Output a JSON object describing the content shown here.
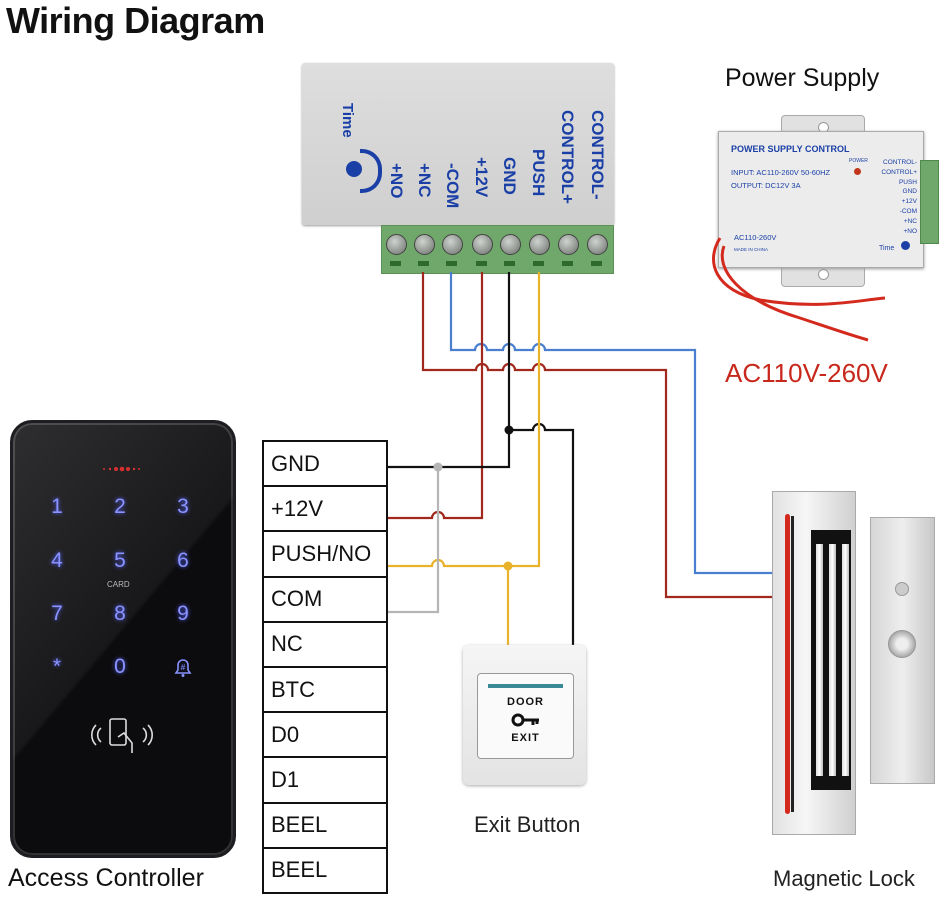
{
  "title": "Wiring Diagram",
  "controller": {
    "time_label": "Time",
    "terminals": [
      "+NO",
      "+NC",
      "-COM",
      "+12V",
      "GND",
      "PUSH",
      "CONTROL+",
      "CONTROL-"
    ]
  },
  "power_supply": {
    "label": "Power Supply",
    "product_title": "POWER SUPPLY CONTROL",
    "input_text": "INPUT: AC110-260V 50-60HZ",
    "output_text": "OUTPUT: DC12V  3A",
    "power_indicator": "POWER",
    "ac_text": "AC110-260V",
    "made_in": "MADE IN CHINA",
    "terminal_labels": [
      "CONTROL-",
      "CONTROL+",
      "PUSH",
      "GND",
      "+12V",
      "-COM",
      "+NC",
      "+NO"
    ],
    "time_label": "Time",
    "mains_label": "AC110V-260V"
  },
  "access_controller": {
    "caption": "Access Controller",
    "keys": [
      "1",
      "2",
      "3",
      "4",
      "5",
      "6",
      "7",
      "8",
      "9",
      "*",
      "0",
      "#"
    ],
    "card_text": "CARD"
  },
  "pin_table": {
    "rows": [
      "GND",
      "+12V",
      "PUSH/NO",
      "COM",
      "NC",
      "BTC",
      "D0",
      "D1",
      "BEEL",
      "BEEL"
    ]
  },
  "exit_button": {
    "top_text": "DOOR",
    "bottom_text": "EXIT",
    "caption": "Exit Button"
  },
  "magnetic_lock": {
    "caption": "Magnetic Lock"
  },
  "wire_colors": {
    "red": "#a0281c",
    "blue": "#4a7fd0",
    "black": "#111111",
    "yellow": "#e8b22a",
    "grey": "#b5b5b5"
  }
}
